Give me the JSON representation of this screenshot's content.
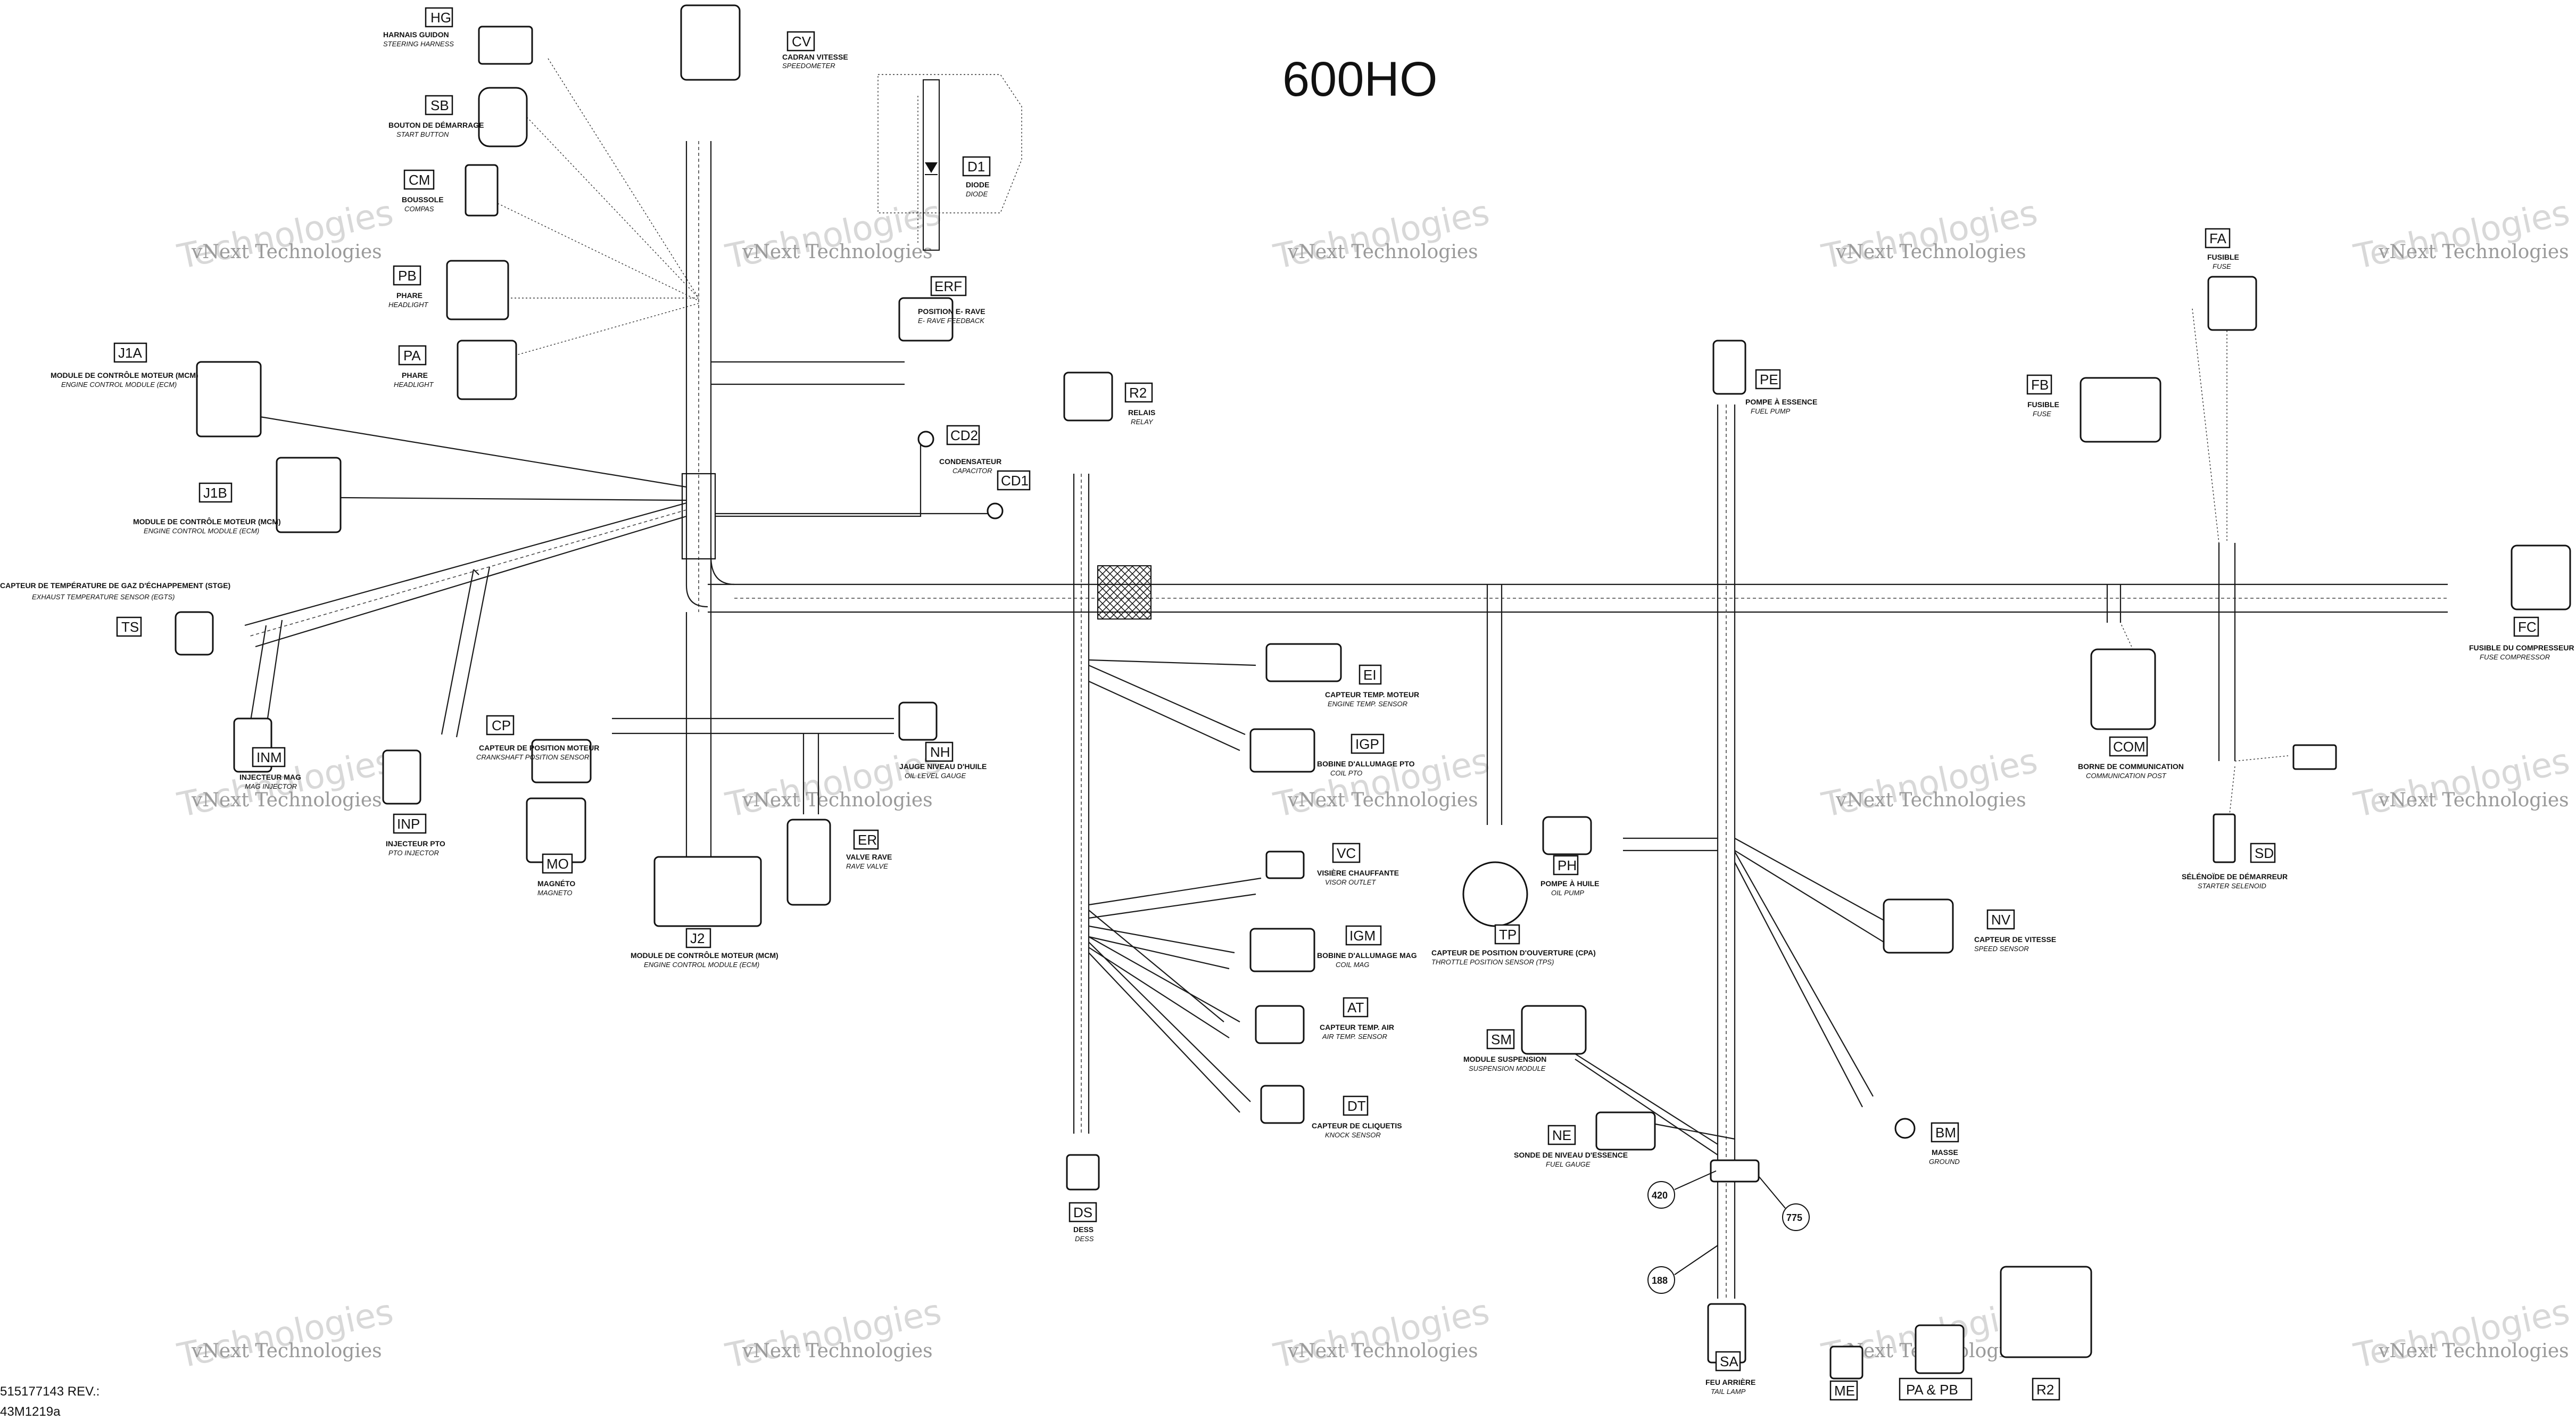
{
  "title": "600HO",
  "footer": {
    "ref_number": "515177143 REV.:",
    "drawing_number": "43M1219a"
  },
  "watermark": {
    "line1": "vNext Technologies",
    "line2": "Technologies"
  },
  "components": {
    "HG": {
      "code": "HG",
      "fr": "HARNAIS GUIDON",
      "en": "STEERING HARNESS"
    },
    "CV": {
      "code": "CV",
      "fr": "CADRAN VITESSE",
      "en": "SPEEDOMETER"
    },
    "SB": {
      "code": "SB",
      "fr": "BOUTON DE DÉMARRAGE",
      "en": "START BUTTON"
    },
    "CM": {
      "code": "CM",
      "fr": "BOUSSOLE",
      "en": "COMPAS"
    },
    "PB": {
      "code": "PB",
      "fr": "PHARE",
      "en": "HEADLIGHT"
    },
    "PA": {
      "code": "PA",
      "fr": "PHARE",
      "en": "HEADLIGHT"
    },
    "D1": {
      "code": "D1",
      "fr": "DIODE",
      "en": "DIODE"
    },
    "ERF": {
      "code": "ERF",
      "fr": "POSITION E- RAVE",
      "en": "E- RAVE FEEDBACK"
    },
    "J1A": {
      "code": "J1A",
      "fr": "MODULE DE CONTRÔLE MOTEUR (MCM)",
      "en": "ENGINE CONTROL MODULE (ECM)"
    },
    "J1B": {
      "code": "J1B",
      "fr": "MODULE DE CONTRÔLE MOTEUR (MCM)",
      "en": "ENGINE CONTROL MODULE (ECM)"
    },
    "CD2": {
      "code": "CD2",
      "fr": "CONDENSATEUR",
      "en": "CAPACITOR"
    },
    "CD1": {
      "code": "CD1",
      "fr": "",
      "en": ""
    },
    "TS": {
      "code": "TS",
      "fr": "CAPTEUR DE TEMPÉRATURE DE GAZ D'ÉCHAPPEMENT (STGE)",
      "en": "EXHAUST TEMPERATURE SENSOR (EGTS)"
    },
    "INM": {
      "code": "INM",
      "fr": "INJECTEUR MAG",
      "en": "MAG INJECTOR"
    },
    "INP": {
      "code": "INP",
      "fr": "INJECTEUR PTO",
      "en": "PTO INJECTOR"
    },
    "CP": {
      "code": "CP",
      "fr": "CAPTEUR DE POSITION MOTEUR",
      "en": "CRANKSHAFT POSITION SENSOR"
    },
    "NH": {
      "code": "NH",
      "fr": "JAUGE NIVEAU D'HUILE",
      "en": "OIL LEVEL GAUGE"
    },
    "ER": {
      "code": "ER",
      "fr": "VALVE RAVE",
      "en": "RAVE VALVE"
    },
    "MO": {
      "code": "MO",
      "fr": "MAGNÉTO",
      "en": "MAGNETO"
    },
    "J2": {
      "code": "J2",
      "fr": "MODULE DE CONTRÔLE MOTEUR (MCM)",
      "en": "ENGINE CONTROL MODULE (ECM)"
    },
    "R2": {
      "code": "R2",
      "fr": "RELAIS",
      "en": "RELAY"
    },
    "EI": {
      "code": "EI",
      "fr": "CAPTEUR TEMP. MOTEUR",
      "en": "ENGINE TEMP. SENSOR"
    },
    "IGP": {
      "code": "IGP",
      "fr": "BOBINE D'ALLUMAGE PTO",
      "en": "COIL PTO"
    },
    "VC": {
      "code": "VC",
      "fr": "VISIÈRE CHAUFFANTE",
      "en": "VISOR OUTLET"
    },
    "IGM": {
      "code": "IGM",
      "fr": "BOBINE D'ALLUMAGE MAG",
      "en": "COIL MAG"
    },
    "AT": {
      "code": "AT",
      "fr": "CAPTEUR TEMP. AIR",
      "en": "AIR TEMP. SENSOR"
    },
    "DT": {
      "code": "DT",
      "fr": "CAPTEUR DE CLIQUETIS",
      "en": "KNOCK SENSOR"
    },
    "DS": {
      "code": "DS",
      "fr": "DESS",
      "en": "DESS"
    },
    "PE": {
      "code": "PE",
      "fr": "POMPE À ESSENCE",
      "en": "FUEL PUMP"
    },
    "PH": {
      "code": "PH",
      "fr": "POMPE À HUILE",
      "en": "OIL PUMP"
    },
    "TP": {
      "code": "TP",
      "fr": "CAPTEUR DE POSITION D'OUVERTURE (CPA)",
      "en": "THROTTLE POSITION SENSOR (TPS)"
    },
    "SM": {
      "code": "SM",
      "fr": "MODULE SUSPENSION",
      "en": "SUSPENSION MODULE"
    },
    "NE": {
      "code": "NE",
      "fr": "SONDE DE NIVEAU D'ESSENCE",
      "en": "FUEL GAUGE"
    },
    "NV": {
      "code": "NV",
      "fr": "CAPTEUR DE VITESSE",
      "en": "SPEED SENSOR"
    },
    "BM": {
      "code": "BM",
      "fr": "MASSE",
      "en": "GROUND"
    },
    "SA": {
      "code": "SA",
      "fr": "FEU ARRIÈRE",
      "en": "TAIL LAMP"
    },
    "ME": {
      "code": "ME",
      "fr": "",
      "en": ""
    },
    "PAPB": {
      "code": "PA & PB",
      "fr": "",
      "en": ""
    },
    "R2B": {
      "code": "R2",
      "fr": "",
      "en": ""
    },
    "FA": {
      "code": "FA",
      "fr": "FUSIBLE",
      "en": "FUSE"
    },
    "FB": {
      "code": "FB",
      "fr": "FUSIBLE",
      "en": "FUSE"
    },
    "FC": {
      "code": "FC",
      "fr": "FUSIBLE DU COMPRESSEUR",
      "en": "FUSE COMPRESSOR"
    },
    "COM": {
      "code": "COM",
      "fr": "BORNE DE COMMUNICATION",
      "en": "COMMUNICATION POST"
    },
    "SD": {
      "code": "SD",
      "fr": "SÉLÉNOÏDE DE DÉMARREUR",
      "en": "STARTER SELENOID"
    }
  },
  "splice_numbers": {
    "n420": "420",
    "n775": "775",
    "n188": "188"
  }
}
